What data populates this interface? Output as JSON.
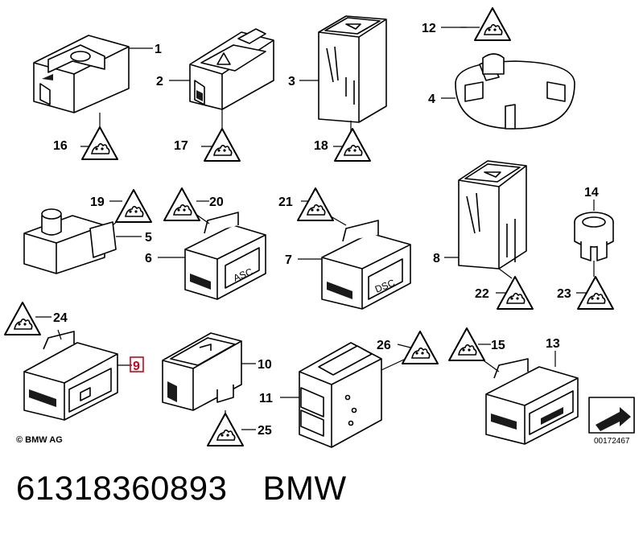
{
  "parts": [
    {
      "label": "1"
    },
    {
      "label": "2"
    },
    {
      "label": "3"
    },
    {
      "label": "4"
    },
    {
      "label": "5"
    },
    {
      "label": "6"
    },
    {
      "label": "7"
    },
    {
      "label": "8"
    },
    {
      "label": "9"
    },
    {
      "label": "10"
    },
    {
      "label": "11"
    },
    {
      "label": "12"
    },
    {
      "label": "13"
    },
    {
      "label": "14"
    },
    {
      "label": "15"
    },
    {
      "label": "16"
    },
    {
      "label": "17"
    },
    {
      "label": "18"
    },
    {
      "label": "19"
    },
    {
      "label": "20"
    },
    {
      "label": "21"
    },
    {
      "label": "22"
    },
    {
      "label": "23"
    },
    {
      "label": "24"
    },
    {
      "label": "25"
    },
    {
      "label": "26"
    }
  ],
  "highlighted_part": "9",
  "highlight_color": "#d0021b",
  "switch_text": {
    "asc": "ASC",
    "dsc": "DSC"
  },
  "copyright": "© BMW AG",
  "diagram_ref": "00172467",
  "footer": {
    "part_number": "61318360893",
    "brand": "BMW"
  }
}
